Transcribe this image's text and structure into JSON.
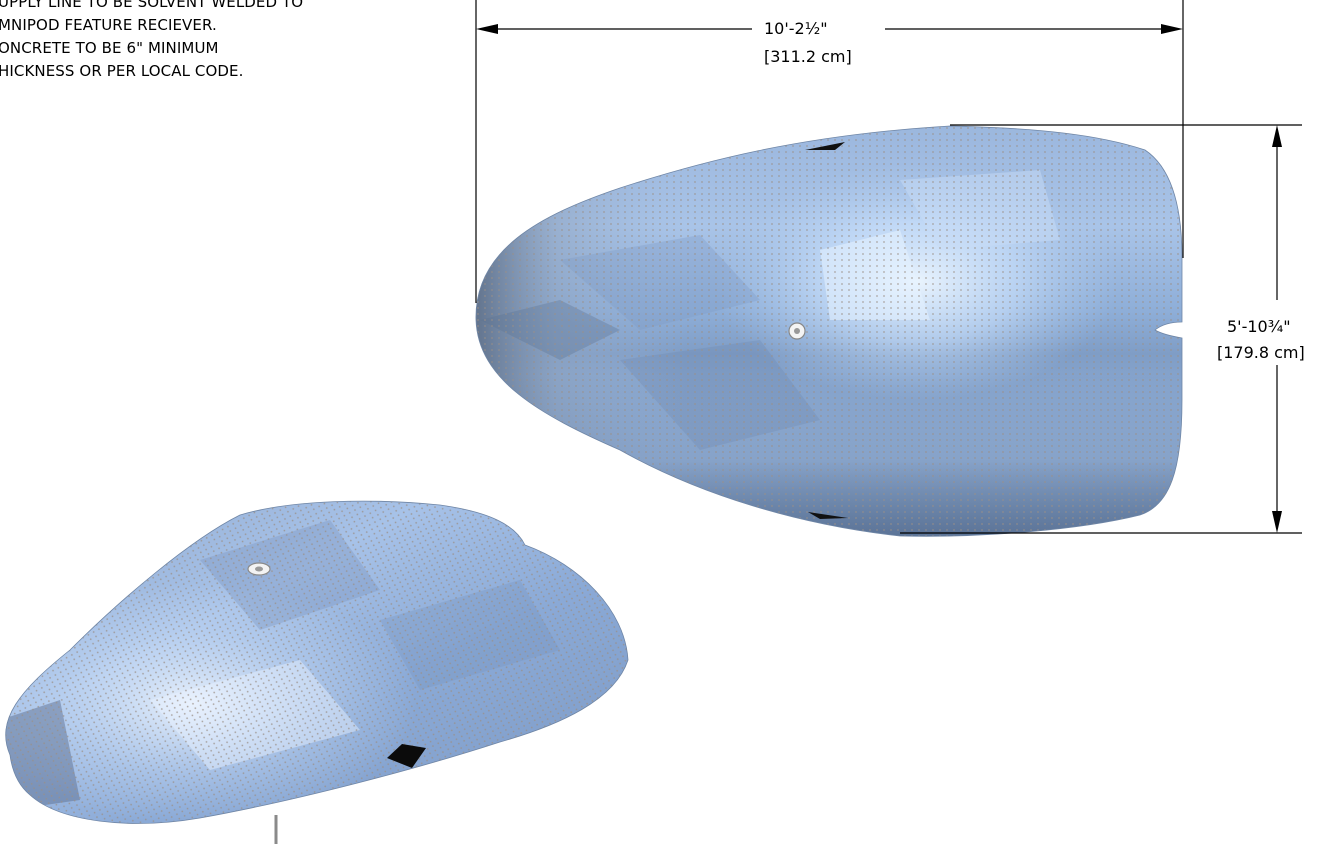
{
  "notes": [
    "UPPLY LINE TO BE SOLVENT WELDED TO",
    "MNIPOD FEATURE RECIEVER.",
    "ONCRETE TO BE 6\" MINIMUM",
    "HICKNESS OR PER LOCAL CODE."
  ],
  "dimensions": {
    "length": {
      "imperial": "10'-2½\"",
      "metric": "[311.2 cm]"
    },
    "width": {
      "imperial": "5'-10¾\"",
      "metric": "[179.8 cm]"
    }
  },
  "colors": {
    "shell_light": "#d8ebff",
    "shell_mid": "#93b3de",
    "shell_dark": "#506a8f",
    "dot": "#9a8f86",
    "line": "#000000"
  }
}
